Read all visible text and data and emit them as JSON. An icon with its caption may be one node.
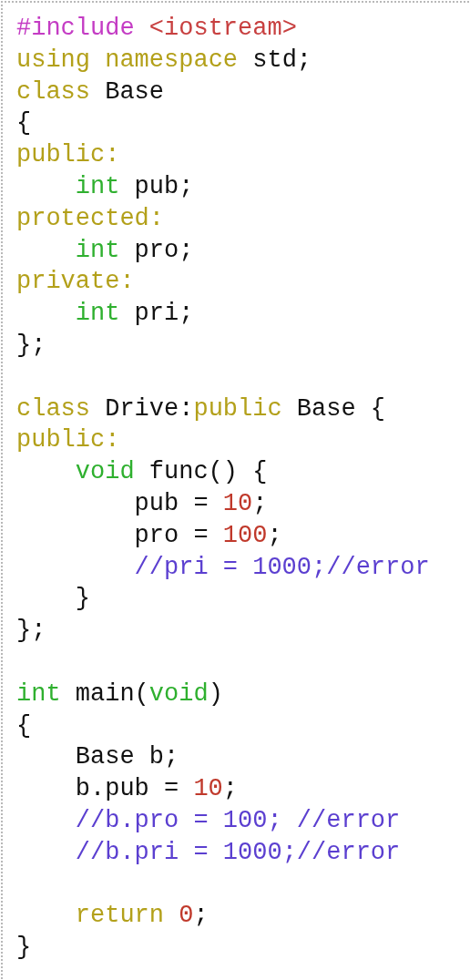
{
  "diagram": {
    "labels": [
      "#include <iostream>",
      "using namespace std;",
      "class Base",
      "{",
      "public:",
      "int pub;",
      "protected:",
      "int pro;",
      "private:",
      "int pri;",
      "};",
      "class Drive:public Base {",
      "public:",
      "void func() {",
      "pub = 10;",
      "pro = 100;",
      "//pri = 1000;//error",
      "}",
      "};",
      "int main(void)",
      "{",
      "Base b;",
      "b.pub = 10;",
      "//b.pro = 100; //error",
      "//b.pri = 1000;//error",
      "return 0;",
      "}"
    ]
  }
}
